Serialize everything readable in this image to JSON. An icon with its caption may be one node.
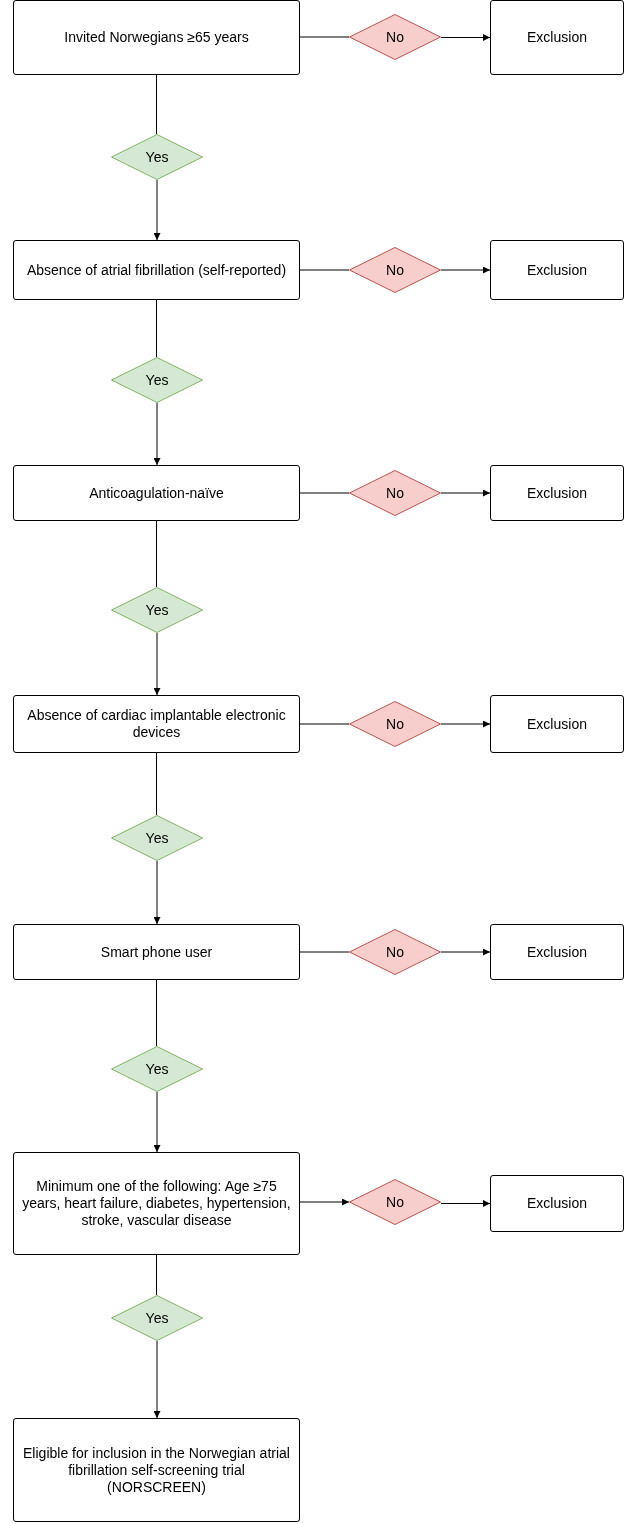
{
  "diagram": {
    "nodes": [
      {
        "text": [
          "Invited Norwegians ≥65 years"
        ]
      },
      {
        "text": [
          "No"
        ]
      },
      {
        "text": [
          "Exclusion"
        ]
      },
      {
        "text": [
          "Yes"
        ]
      },
      {
        "text": [
          "Absence of atrial fibrillation (self-reported)"
        ]
      },
      {
        "text": [
          "No"
        ]
      },
      {
        "text": [
          "Exclusion"
        ]
      },
      {
        "text": [
          "Yes"
        ]
      },
      {
        "text": [
          "Anticoagulation-naïve"
        ]
      },
      {
        "text": [
          "No"
        ]
      },
      {
        "text": [
          "Exclusion"
        ]
      },
      {
        "text": [
          "Yes"
        ]
      },
      {
        "text": [
          "Absence of cardiac implantable electronic devices"
        ]
      },
      {
        "text": [
          "No"
        ]
      },
      {
        "text": [
          "Exclusion"
        ]
      },
      {
        "text": [
          "Yes"
        ]
      },
      {
        "text": [
          "Smart phone user"
        ]
      },
      {
        "text": [
          "No"
        ]
      },
      {
        "text": [
          "Exclusion"
        ]
      },
      {
        "text": [
          "Yes"
        ]
      },
      {
        "text": [
          "Minimum one of the following: Age ≥75 years, heart failure, diabetes, hypertension, stroke, vascular disease"
        ]
      },
      {
        "text": [
          "No"
        ]
      },
      {
        "text": [
          "Exclusion"
        ]
      },
      {
        "text": [
          "Yes"
        ]
      },
      {
        "text": [
          "Eligible for inclusion in the Norwegian atrial fibrillation self-screening trial (NORSCREEN)"
        ]
      }
    ],
    "edges": [
      {
        "from": 0,
        "to": 1,
        "arrow": "none"
      },
      {
        "from": 1,
        "to": 2,
        "arrow": "to"
      },
      {
        "from": 0,
        "to": 3,
        "arrow": "none"
      },
      {
        "from": 3,
        "to": 4,
        "arrow": "to"
      },
      {
        "from": 4,
        "to": 5,
        "arrow": "none"
      },
      {
        "from": 5,
        "to": 6,
        "arrow": "to"
      },
      {
        "from": 4,
        "to": 7,
        "arrow": "none"
      },
      {
        "from": 7,
        "to": 8,
        "arrow": "to"
      },
      {
        "from": 8,
        "to": 9,
        "arrow": "none"
      },
      {
        "from": 9,
        "to": 10,
        "arrow": "to"
      },
      {
        "from": 8,
        "to": 11,
        "arrow": "none"
      },
      {
        "from": 11,
        "to": 12,
        "arrow": "to"
      },
      {
        "from": 12,
        "to": 13,
        "arrow": "none"
      },
      {
        "from": 13,
        "to": 14,
        "arrow": "to"
      },
      {
        "from": 12,
        "to": 15,
        "arrow": "none"
      },
      {
        "from": 15,
        "to": 16,
        "arrow": "to"
      },
      {
        "from": 16,
        "to": 17,
        "arrow": "none"
      },
      {
        "from": 17,
        "to": 18,
        "arrow": "to"
      },
      {
        "from": 16,
        "to": 19,
        "arrow": "none"
      },
      {
        "from": 19,
        "to": 20,
        "arrow": "to"
      },
      {
        "from": 20,
        "to": 21,
        "arrow": "to"
      },
      {
        "from": 21,
        "to": 22,
        "arrow": "to"
      },
      {
        "from": 20,
        "to": 23,
        "arrow": "none"
      },
      {
        "from": 23,
        "to": 24,
        "arrow": "to"
      }
    ]
  }
}
